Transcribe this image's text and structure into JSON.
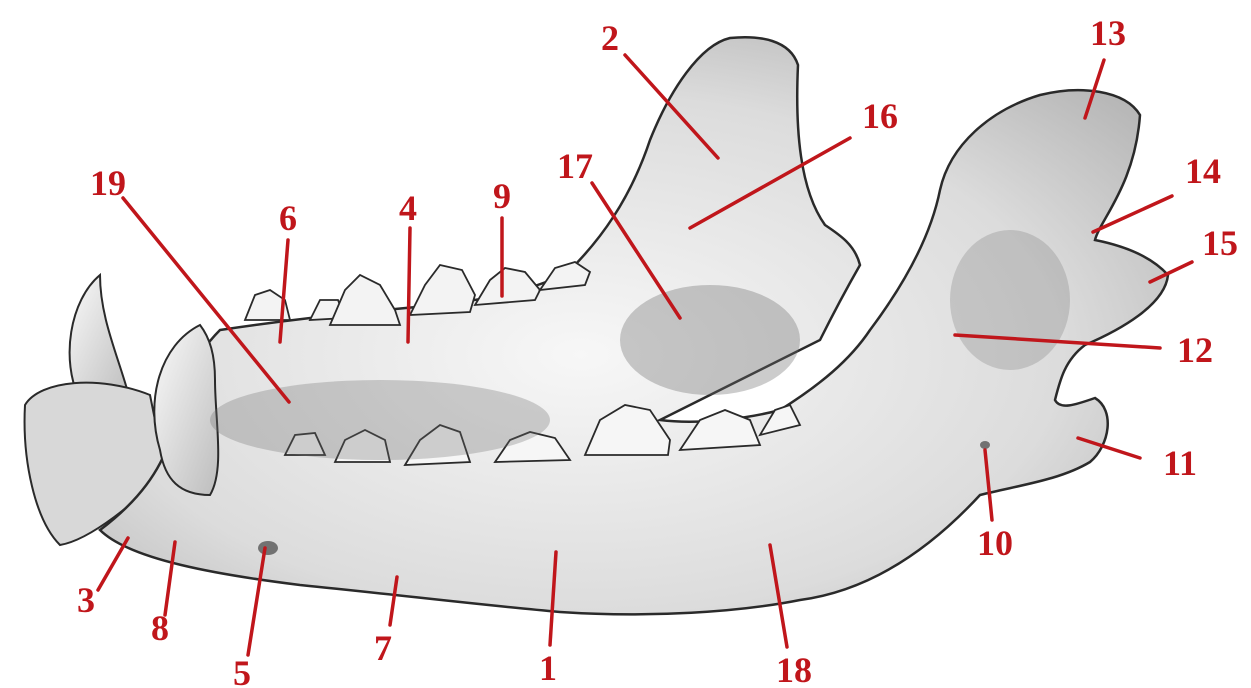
{
  "diagram": {
    "label_color": "#c0161b",
    "bone_outline_color": "#2a2a2a",
    "bone_fill_color": "#e9e9e9",
    "labels": [
      {
        "id": "1",
        "text": "1"
      },
      {
        "id": "2",
        "text": "2"
      },
      {
        "id": "3",
        "text": "3"
      },
      {
        "id": "4",
        "text": "4"
      },
      {
        "id": "5",
        "text": "5"
      },
      {
        "id": "6",
        "text": "6"
      },
      {
        "id": "7",
        "text": "7"
      },
      {
        "id": "8",
        "text": "8"
      },
      {
        "id": "9",
        "text": "9"
      },
      {
        "id": "10",
        "text": "10"
      },
      {
        "id": "11",
        "text": "11"
      },
      {
        "id": "12",
        "text": "12"
      },
      {
        "id": "13",
        "text": "13"
      },
      {
        "id": "14",
        "text": "14"
      },
      {
        "id": "15",
        "text": "15"
      },
      {
        "id": "16",
        "text": "16"
      },
      {
        "id": "17",
        "text": "17"
      },
      {
        "id": "18",
        "text": "18"
      },
      {
        "id": "19",
        "text": "19"
      }
    ]
  }
}
